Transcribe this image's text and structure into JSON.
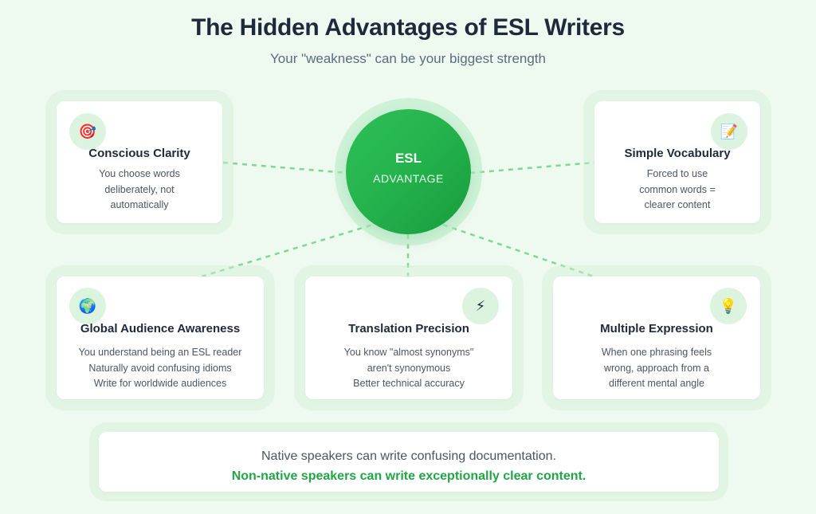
{
  "header": {
    "title": "The Hidden Advantages of ESL Writers",
    "subtitle": "Your \"weakness\" can be your biggest strength"
  },
  "hub": {
    "title": "ESL",
    "subtitle": "ADVANTAGE"
  },
  "cards": [
    {
      "icon": "🎯",
      "icon_name": "target-icon",
      "title": "Conscious Clarity",
      "lines": [
        "You choose words",
        "deliberately, not",
        "automatically"
      ]
    },
    {
      "icon": "📝",
      "icon_name": "memo-icon",
      "title": "Simple Vocabulary",
      "lines": [
        "Forced to use",
        "common words =",
        "clearer content"
      ]
    },
    {
      "icon": "🌍",
      "icon_name": "globe-icon",
      "title": "Global Audience Awareness",
      "lines": [
        "You understand being an ESL reader",
        "Naturally avoid confusing idioms",
        "Write for worldwide audiences"
      ]
    },
    {
      "icon": "⚡",
      "icon_name": "lightning-icon",
      "title": "Translation Precision",
      "lines": [
        "You know \"almost synonyms\"",
        "aren't synonymous",
        "Better technical accuracy"
      ]
    },
    {
      "icon": "💡",
      "icon_name": "lightbulb-icon",
      "title": "Multiple Expression",
      "lines": [
        "When one phrasing feels",
        "wrong, approach from a",
        "different mental angle"
      ]
    }
  ],
  "footer": {
    "line1": "Native speakers can write confusing documentation.",
    "line2": "Non-native speakers can write exceptionally clear content."
  },
  "colors": {
    "background": "#eefaf0",
    "accent": "#22b04b",
    "connector": "#7fd796",
    "icon_bg": "#dcf3df"
  }
}
